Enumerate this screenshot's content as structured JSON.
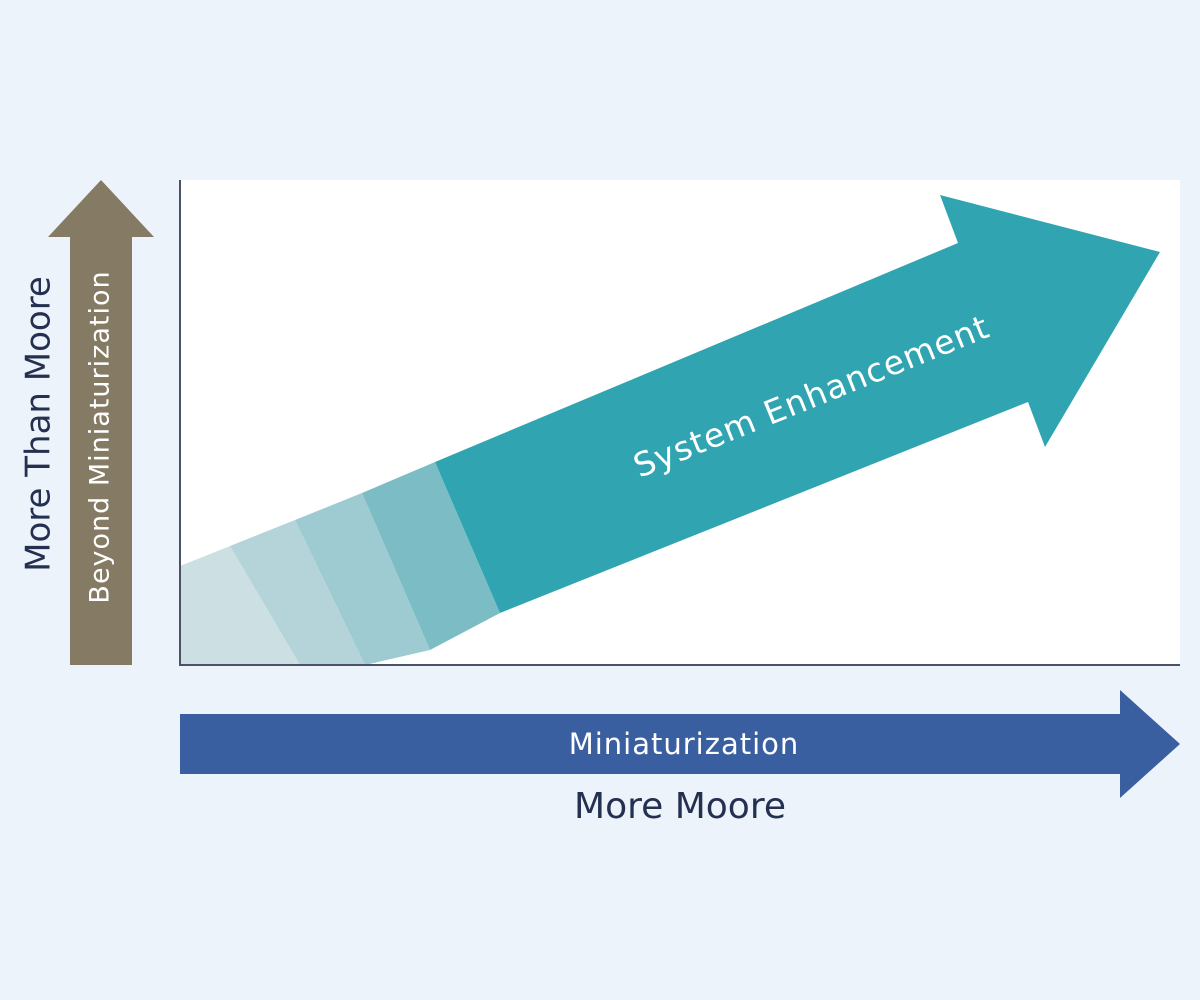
{
  "diagram": {
    "main_arrow_label": "System Enhancement",
    "horizontal_arrow_label": "Miniaturization",
    "horizontal_axis_label": "More Moore",
    "vertical_arrow_label": "Beyond Miniaturization",
    "vertical_axis_label": "More Than Moore"
  },
  "colors": {
    "background": "#edf3fb",
    "plot_area": "#ffffff",
    "main_arrow": "#30a4b0",
    "horizontal_arrow": "#3a5fa0",
    "vertical_arrow": "#857a63",
    "axis_line": "#4a5266",
    "text_dark": "#24304f",
    "text_light": "#ffffff"
  }
}
